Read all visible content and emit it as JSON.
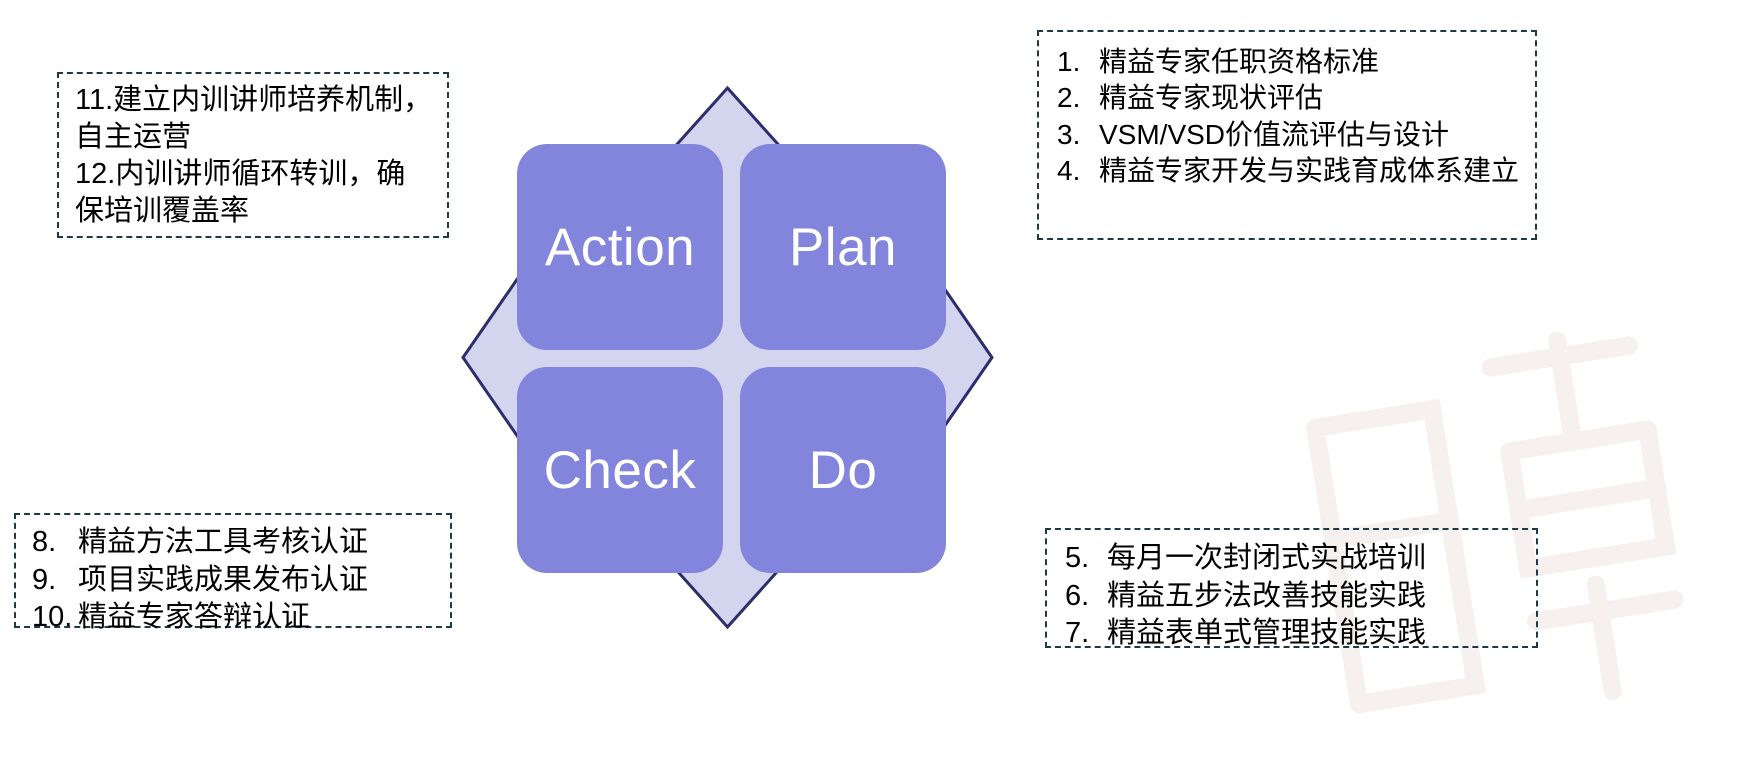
{
  "diagram": {
    "type": "pdca-cycle",
    "colors": {
      "quadrant_fill": "#8385dd",
      "quadrant_text": "#ffffff",
      "star_fill": "#d3d5ef",
      "star_stroke": "#2d2d6e",
      "note_border": "#1c3a4b",
      "note_text": "#000000"
    },
    "quadrants": [
      {
        "key": "action",
        "label": "Action",
        "position": "top-left"
      },
      {
        "key": "plan",
        "label": "Plan",
        "position": "top-right"
      },
      {
        "key": "check",
        "label": "Check",
        "position": "bottom-left"
      },
      {
        "key": "do",
        "label": "Do",
        "position": "bottom-right"
      }
    ]
  },
  "notes": {
    "top_left": {
      "name": "action-notes",
      "lines": [
        "11.建立内训讲师培养机制，",
        "自主运营",
        "12.内训讲师循环转训，确",
        "保培训覆盖率"
      ]
    },
    "top_right": {
      "name": "plan-notes",
      "items": [
        {
          "num": "1.",
          "text": "精益专家任职资格标准"
        },
        {
          "num": "2.",
          "text": "精益专家现状评估"
        },
        {
          "num": "3.",
          "text": "VSM/VSD价值流评估与设计"
        },
        {
          "num": "4.",
          "text": "精益专家开发与实践育成体系建立"
        }
      ]
    },
    "bottom_left": {
      "name": "check-notes",
      "items": [
        {
          "num": "8.",
          "text": "精益方法工具考核认证"
        },
        {
          "num": "9.",
          "text": "项目实践成果发布认证"
        },
        {
          "num": "10.",
          "text": "精益专家答辩认证"
        }
      ]
    },
    "bottom_right": {
      "name": "do-notes",
      "items": [
        {
          "num": "5.",
          "text": "每月一次封闭式实战培训"
        },
        {
          "num": "6.",
          "text": "精益五步法改善技能实践"
        },
        {
          "num": "7.",
          "text": "精益表单式管理技能实践"
        }
      ]
    }
  },
  "watermark": {
    "text": "博"
  }
}
